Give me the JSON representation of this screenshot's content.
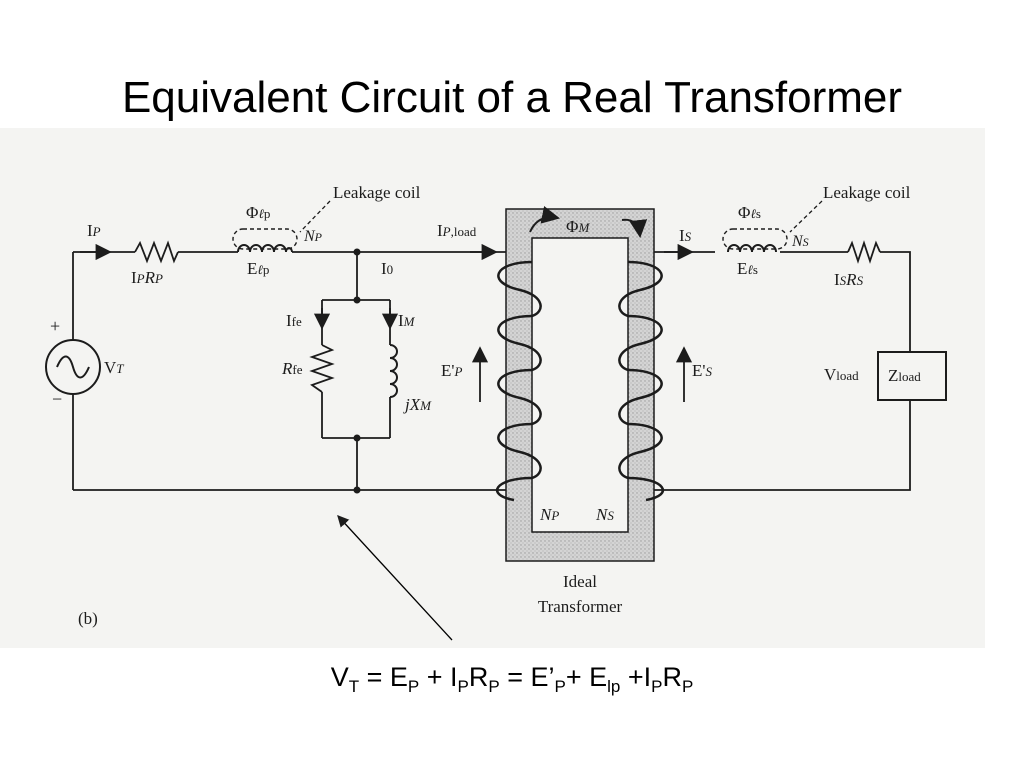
{
  "slide": {
    "title": "Equivalent Circuit of a Real Transformer"
  },
  "circuit": {
    "figure_label": "(b)",
    "leakage_coil_primary": "Leakage coil",
    "leakage_coil_secondary": "Leakage coil",
    "core_label_line1": "Ideal",
    "core_label_line2": "Transformer",
    "source": "V_T",
    "load": "Z_load",
    "labels": [
      "I_P",
      "I_P R_P",
      "Φ_ℓp",
      "E_ℓp",
      "N_P",
      "I_P,load",
      "I_0",
      "I_fe",
      "I_M",
      "R_fe",
      "jX_M",
      "E'_P",
      "Φ_M",
      "N_P",
      "N_S",
      "E'_S",
      "I_S",
      "Φ_ℓs",
      "E_ℓs",
      "N_S",
      "I_S R_S",
      "V_load",
      "+",
      "−"
    ]
  },
  "equation": {
    "text": "V_T = E_P + I_P R_P = E'_P + E_lp + I_P R_P",
    "annotation": "arrow from the equation to the shunt branch junction on the lower conductor"
  },
  "colors": {
    "background": "#ffffff",
    "scan_background": "#f4f4f2",
    "ink": "#1c1c1c",
    "core_fill": "#cfcfcf"
  }
}
